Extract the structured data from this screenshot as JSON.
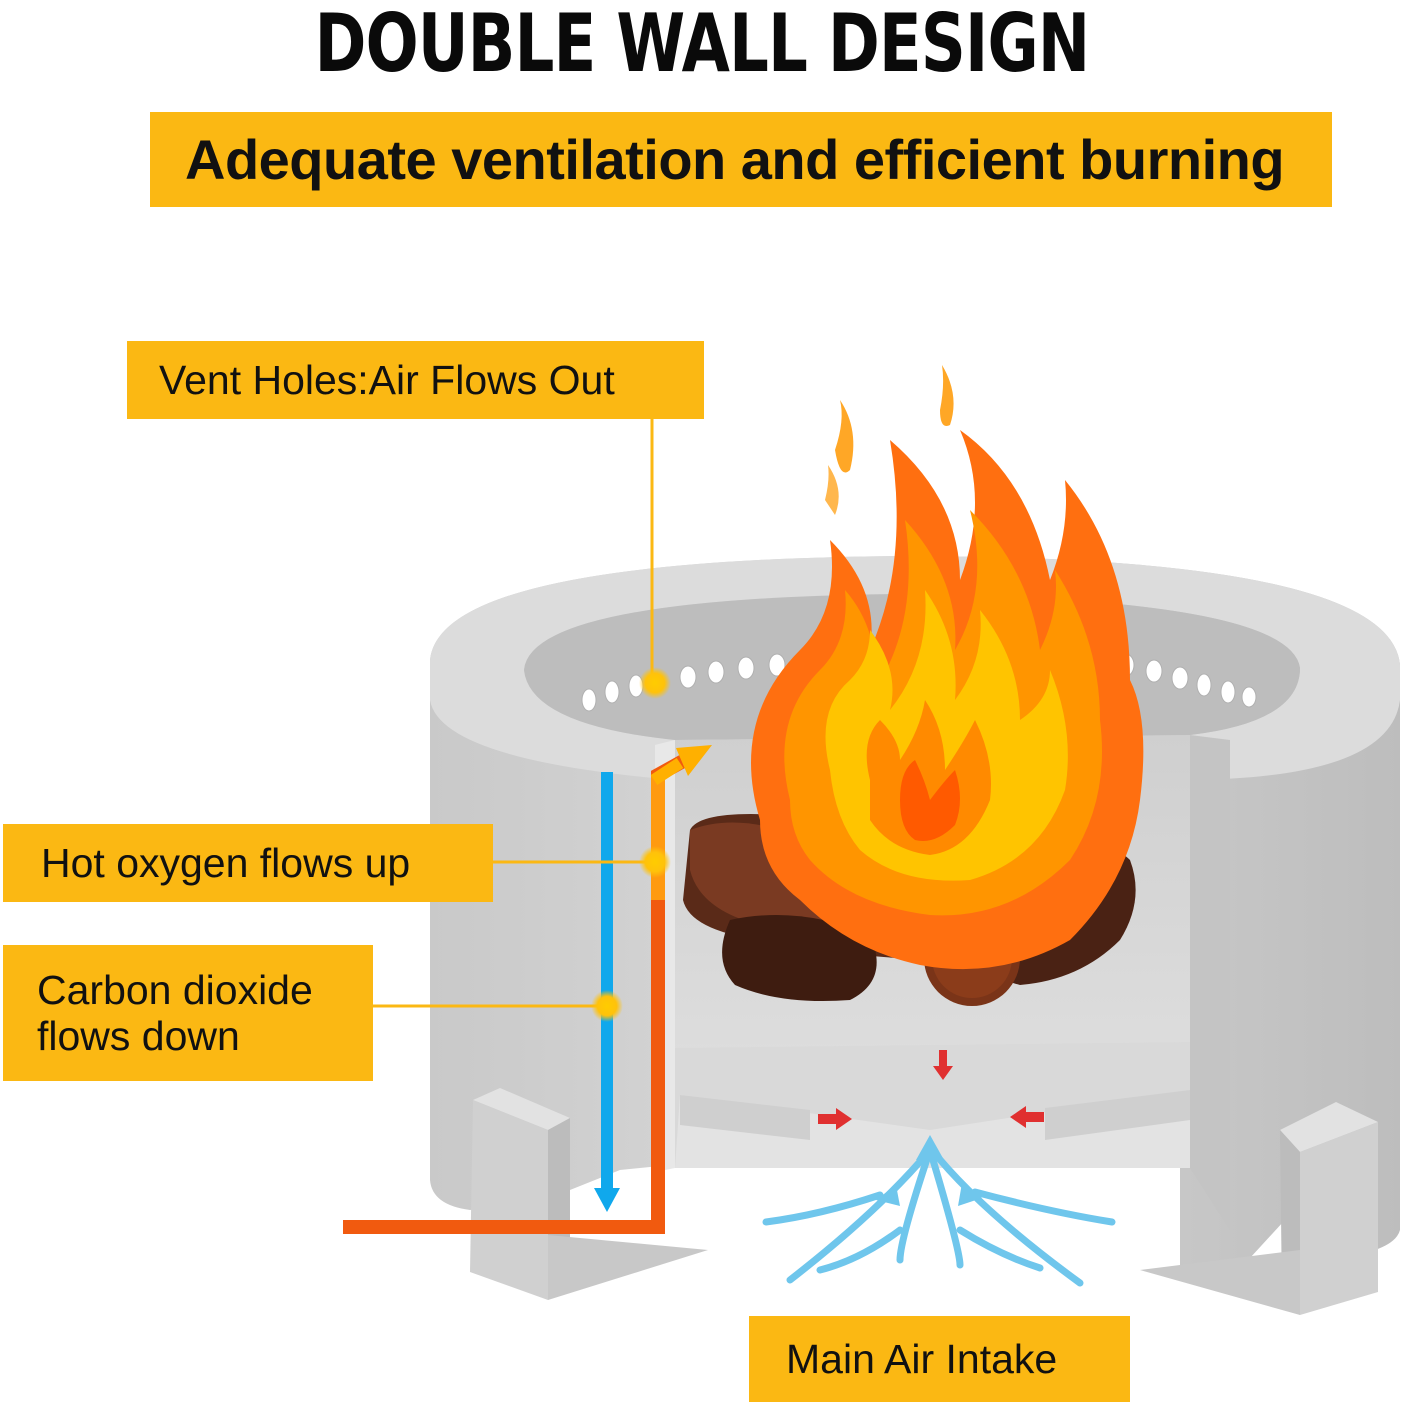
{
  "title": "DOUBLE WALL DESIGN",
  "subtitle": "Adequate ventilation and efficient burning",
  "labels": {
    "vent_holes": "Vent Holes:Air Flows Out",
    "hot_oxygen": "Hot oxygen flows up",
    "carbon_line1": "Carbon dioxide",
    "carbon_line2": "flows down",
    "main_intake": "Main Air Intake"
  },
  "colors": {
    "banner": "#fbb813",
    "steel": "#d3d3d3",
    "hot_flow": "#f15a0f",
    "cold_flow": "#10a8ec",
    "intake_flow": "#6fc6ec",
    "red_arrow": "#e03030"
  },
  "icons": [
    "fire-icon",
    "logs-icon",
    "vent-hole-icon",
    "flow-arrow-icon"
  ]
}
